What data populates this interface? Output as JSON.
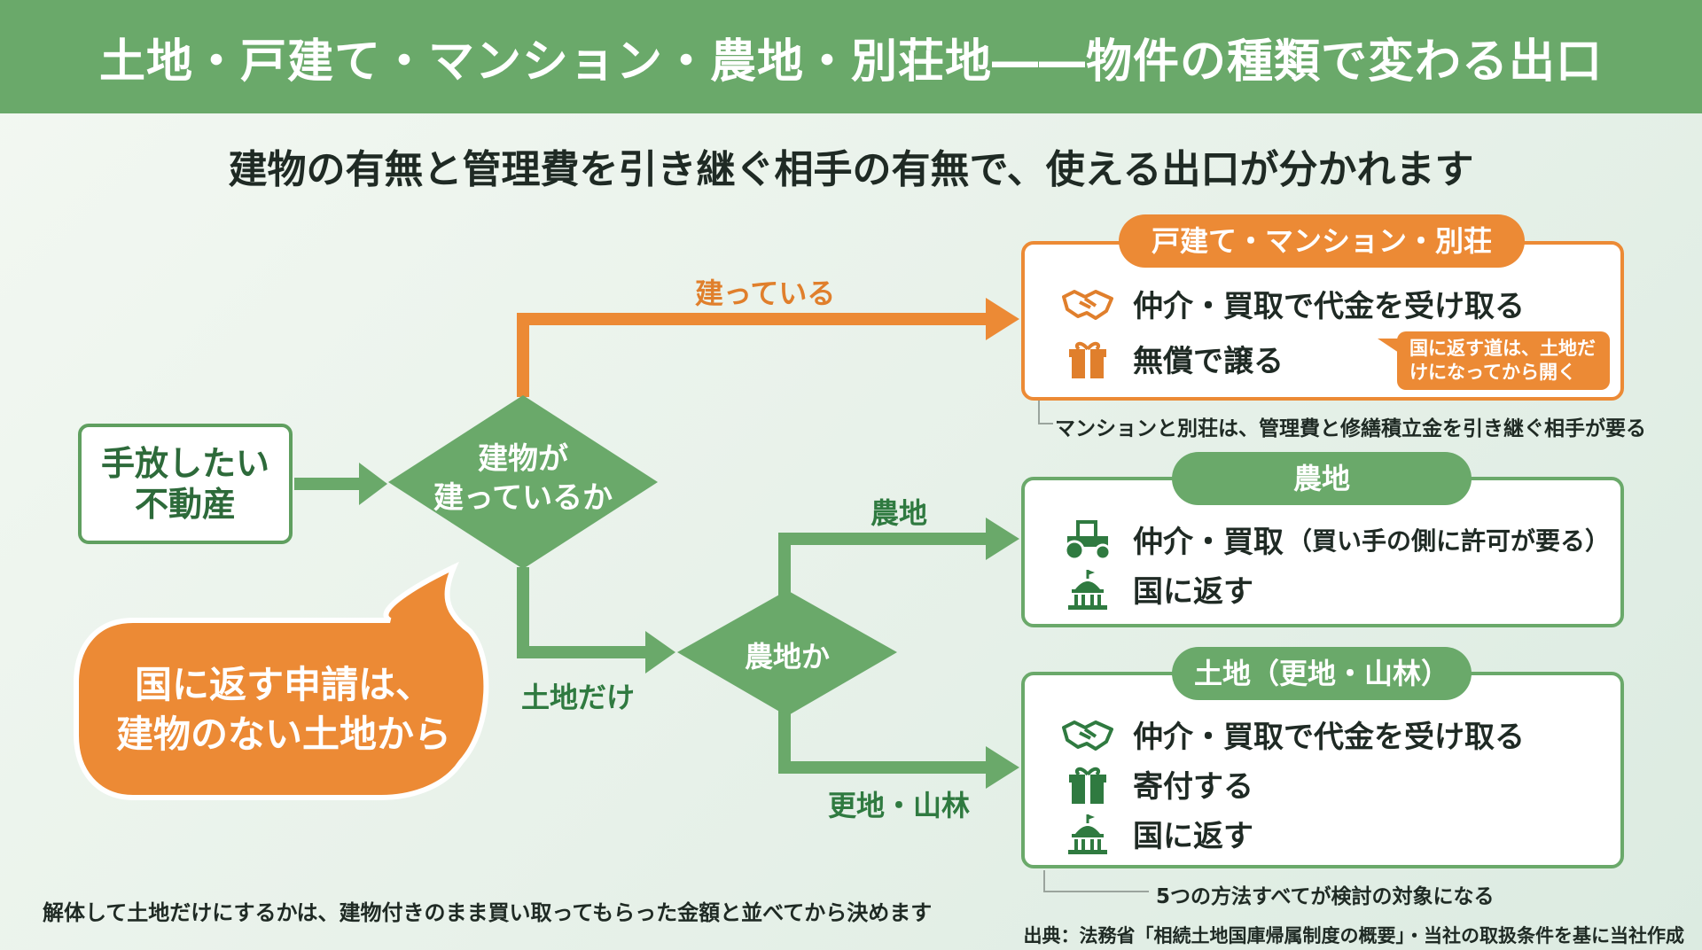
{
  "header": {
    "title": "土地・戸建て・マンション・農地・別荘地――物件の種類で変わる出口"
  },
  "subtitle": "建物の有無と管理費を引き継ぐ相手の有無で、使える出口が分かれます",
  "start": {
    "line1": "手放したい",
    "line2": "不動産"
  },
  "decision1": {
    "line1": "建物が",
    "line2": "建っているか"
  },
  "decision2": {
    "label": "農地か"
  },
  "branches": {
    "built": "建っている",
    "land_only": "土地だけ",
    "farmland": "農地",
    "vacant": "更地・山林"
  },
  "speech": {
    "line1": "国に返す申請は、",
    "line2": "建物のない土地から"
  },
  "outcomes": {
    "buildings": {
      "title": "戸建て・マンション・別荘",
      "items": [
        {
          "icon": "handshake-icon",
          "text": "仲介・買取で代金を受け取る"
        },
        {
          "icon": "gift-icon",
          "text": "無償で譲る"
        }
      ],
      "note": "国に返す道は、土地だけになってから開く",
      "note_line1": "国に返す道は、土地だ",
      "note_line2": "けになってから開く",
      "caption": "マンションと別荘は、管理費と修繕積立金を引き継ぐ相手が要る"
    },
    "farmland": {
      "title": "農地",
      "items": [
        {
          "icon": "tractor-icon",
          "text": "仲介・買取",
          "note": "（買い手の側に許可が要る）"
        },
        {
          "icon": "government-building-icon",
          "text": "国に返す"
        }
      ]
    },
    "land": {
      "title": "土地（更地・山林）",
      "items": [
        {
          "icon": "handshake-icon",
          "text": "仲介・買取で代金を受け取る"
        },
        {
          "icon": "gift-icon",
          "text": "寄付する"
        },
        {
          "icon": "government-building-icon",
          "text": "国に返す"
        }
      ],
      "caption": "5つの方法すべてが検討の対象になる"
    }
  },
  "footer": {
    "note": "解体して土地だけにするかは、建物付きのまま買い取ってもらった金額と並べてから決めます",
    "source": "出典：法務省「相続土地国庫帰属制度の概要」・当社の取扱条件を基に当社作成"
  },
  "colors": {
    "green": "#6aa96a",
    "dark_green": "#2f7a40",
    "orange": "#ec8a35",
    "icon_orange": "#e07f2c"
  }
}
